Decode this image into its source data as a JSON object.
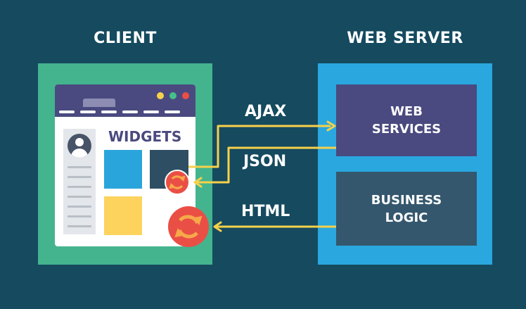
{
  "client": {
    "heading": "CLIENT",
    "widgets_label": "WIDGETS"
  },
  "server": {
    "heading": "WEB SERVER",
    "web_services": [
      "WEB",
      "SERVICES"
    ],
    "business_logic": [
      "BUSINESS",
      "LOGIC"
    ]
  },
  "flows": {
    "ajax": "AJAX",
    "json": "JSON",
    "html": "HTML"
  },
  "icons": {
    "refresh": "refresh-icon",
    "avatar": "user-avatar-icon"
  },
  "colors": {
    "background": "#154a5f",
    "client_panel": "#44b48f",
    "server_panel": "#2aa7df",
    "web_services_box": "#4a4a80",
    "business_logic_box": "#34576d",
    "arrow": "#f6d14a",
    "refresh_badge": "#ea4f45"
  }
}
